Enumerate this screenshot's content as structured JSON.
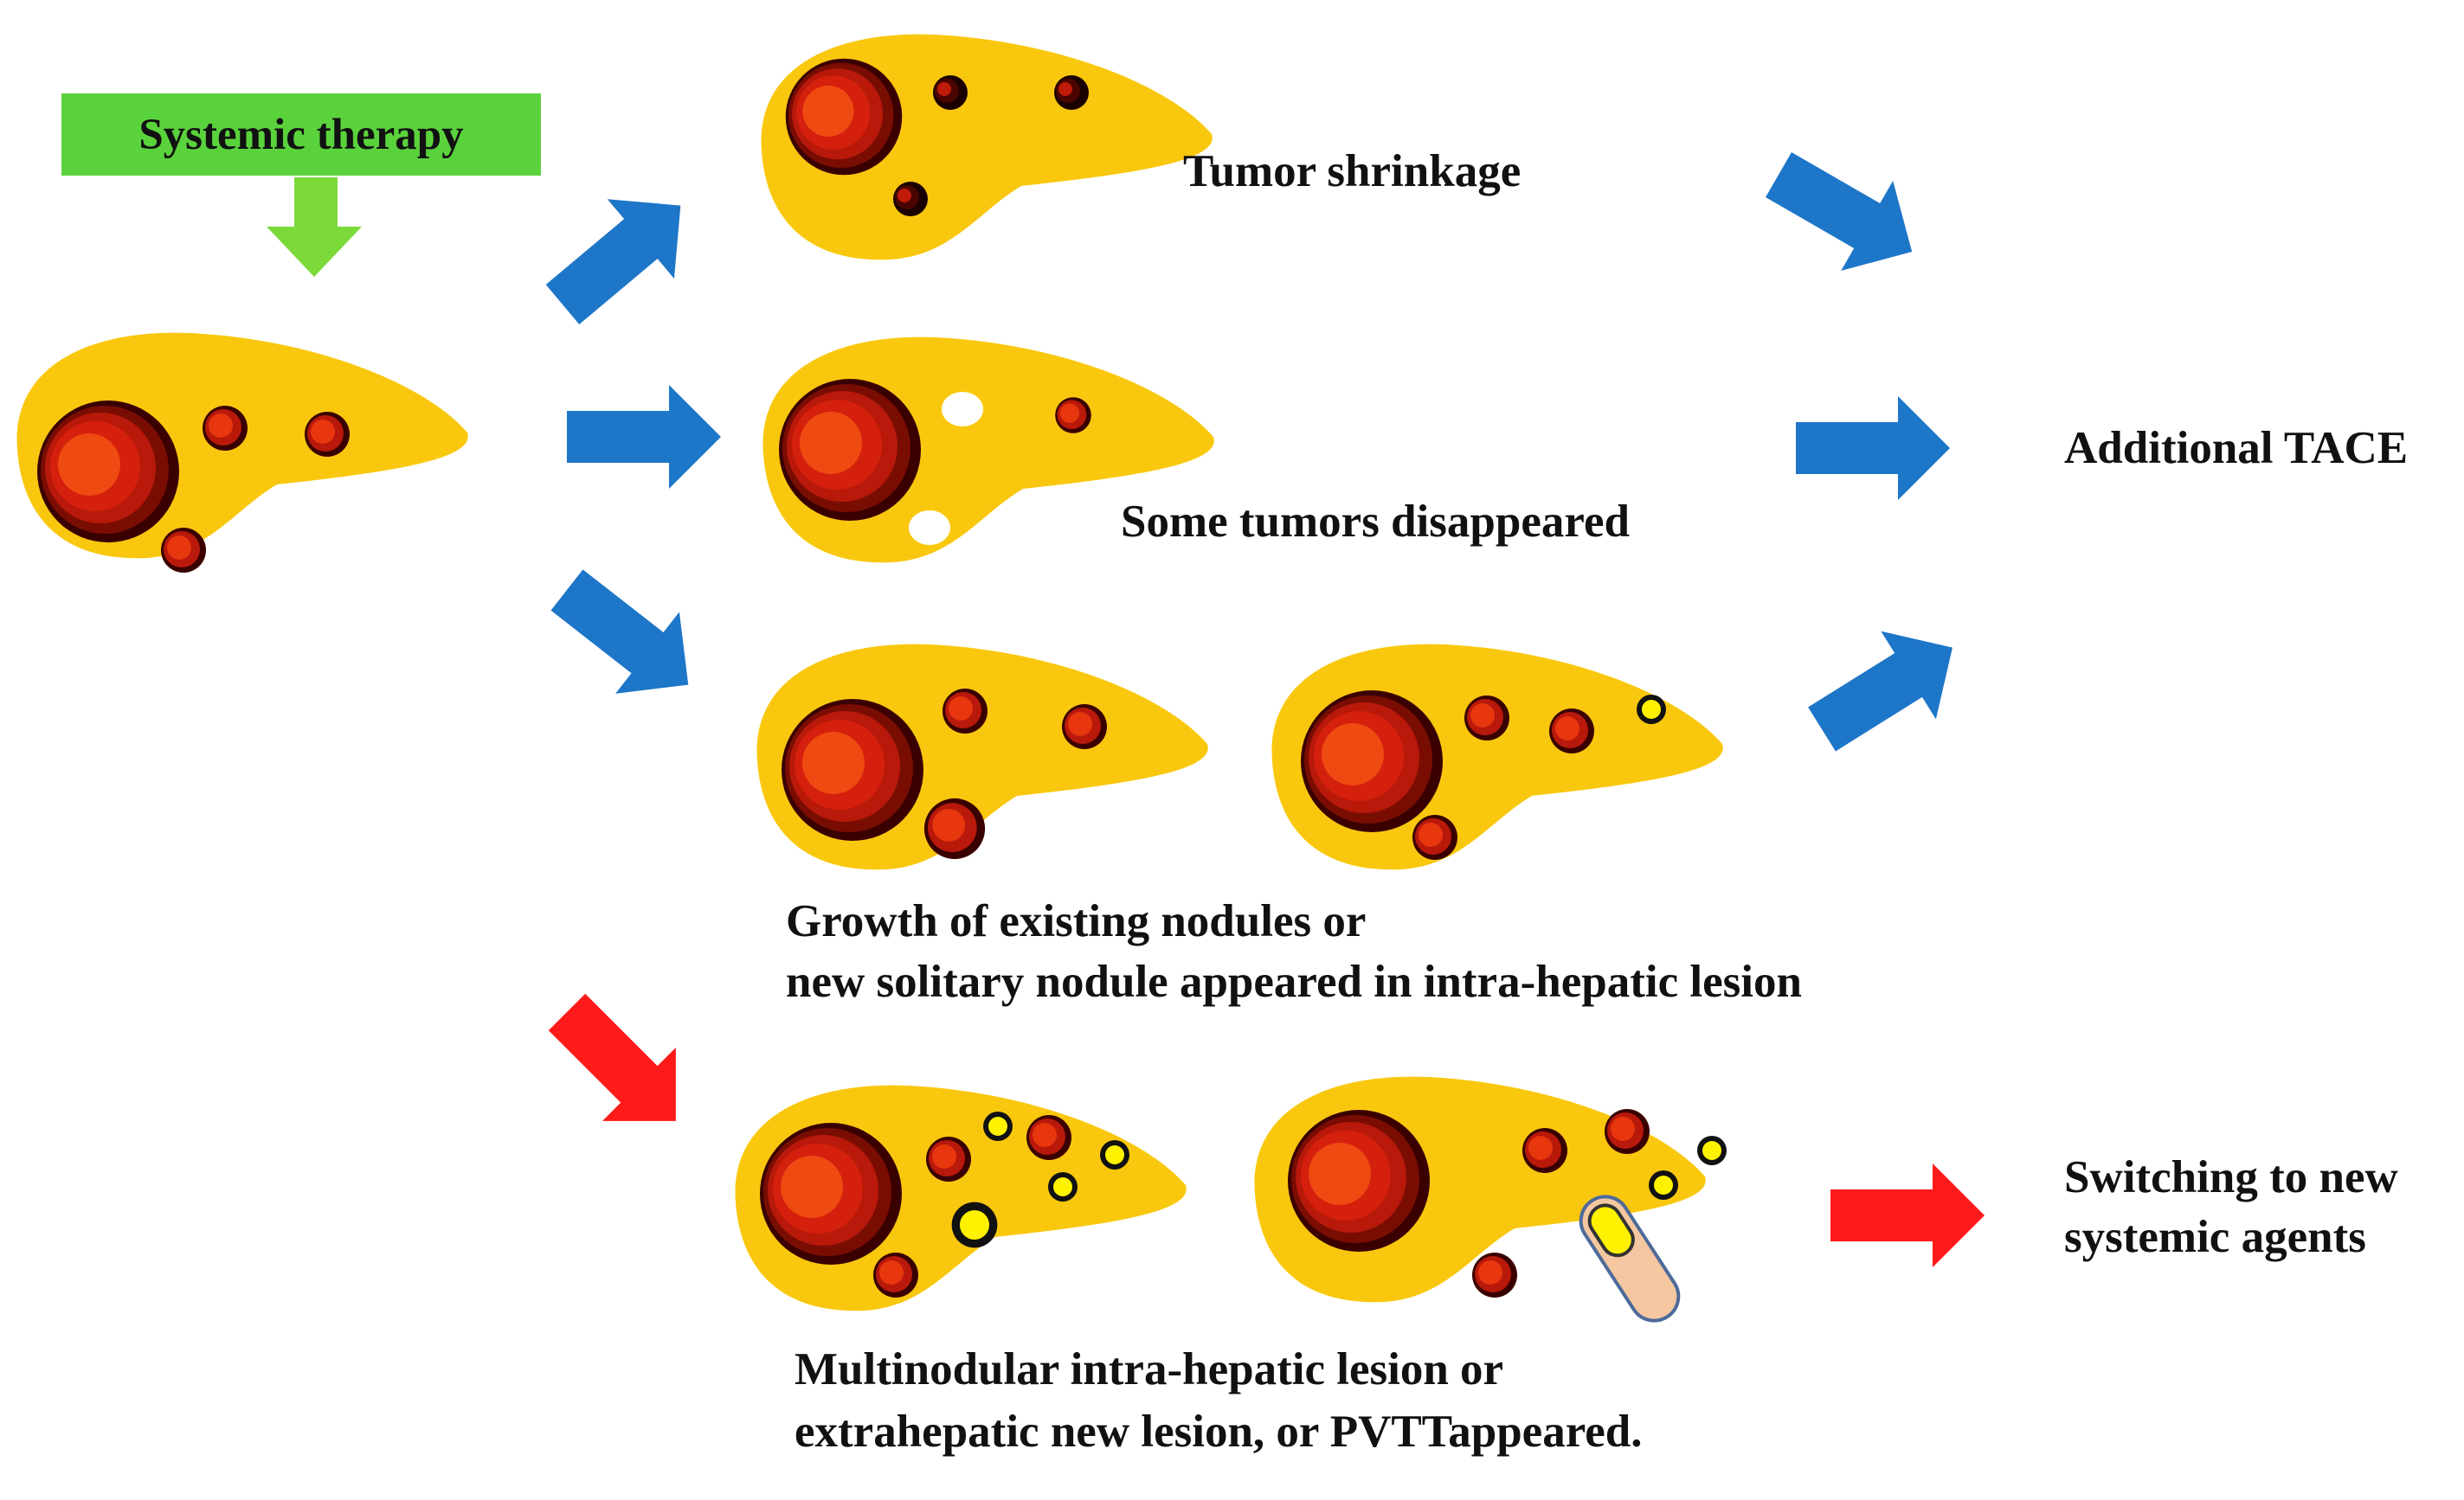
{
  "start_box": {
    "label": "Systemic therapy",
    "color": "#5ad23c"
  },
  "outcomes": {
    "shrinkage": "Tumor shrinkage",
    "disappeared": "Some tumors disappeared",
    "growth": {
      "line1": "Growth of existing nodules or",
      "line2": "new solitary nodule appeared in intra-hepatic lesion"
    },
    "multinodular": {
      "line1": "Multinodular intra-hepatic lesion or",
      "line2": "extrahepatic new lesion, or PVTTappeared."
    }
  },
  "results": {
    "tace": "Additional TACE",
    "switch": {
      "line1": "Switching to new",
      "line2": "systemic agents"
    }
  },
  "colors": {
    "liver": "#f9c80e",
    "tumor_dark": "#5a0a00",
    "tumor_red": "#d4200c",
    "tumor_core": "#ef4a12",
    "new_lesion": "#fff200",
    "arrow_blue": "#1e76c8",
    "arrow_red": "#ff1a1a",
    "arrow_green": "#7cd93a",
    "pvtt_tube": "#f5c7a0",
    "pvtt_outline": "#4d6a9a"
  }
}
